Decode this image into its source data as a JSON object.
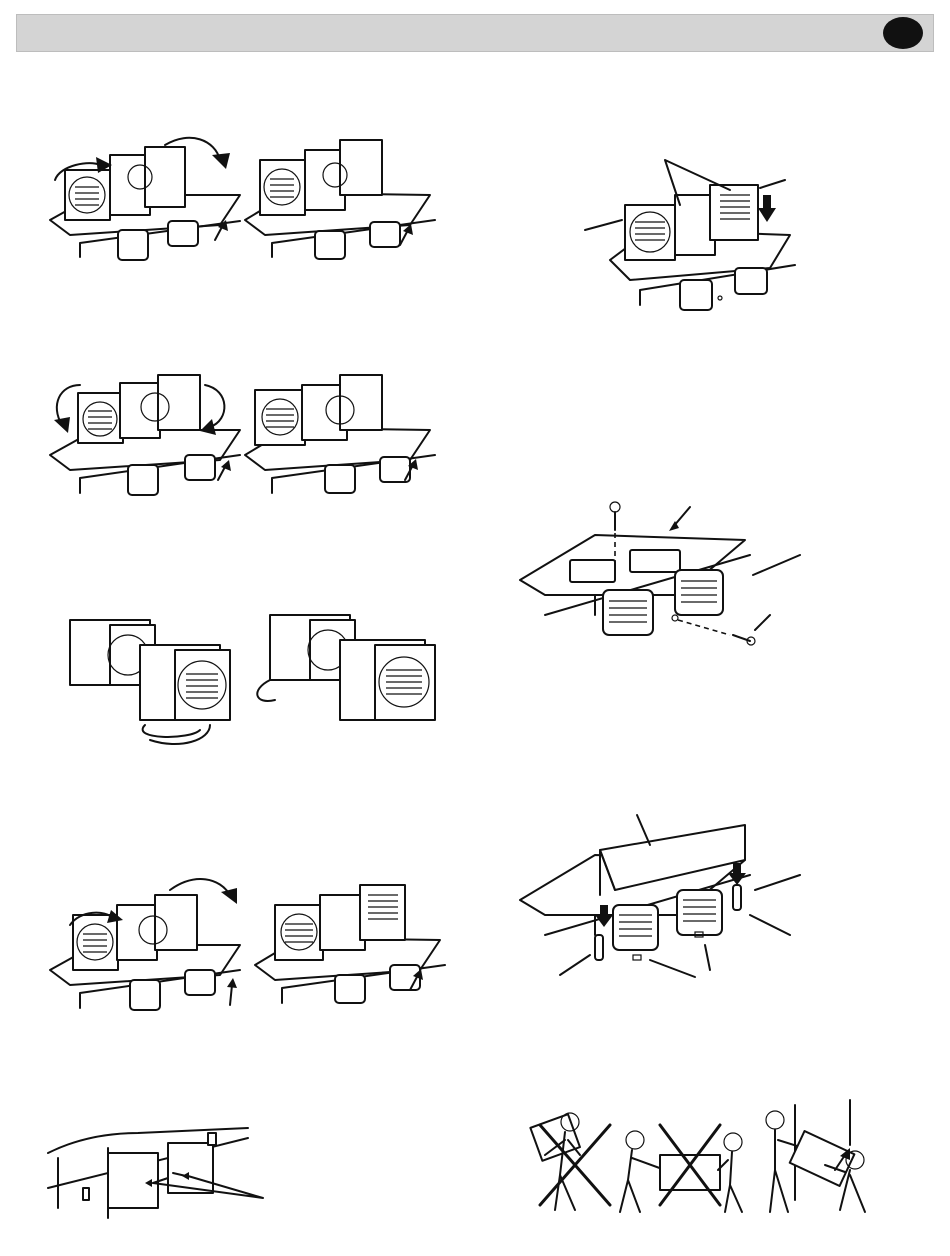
{
  "page": {
    "header": {
      "title": "",
      "badge_label": ""
    },
    "figures": [
      {
        "id": "fig-fan-rotate-top",
        "description_icon": "fan-rotation-illustration"
      },
      {
        "id": "fig-fan-insert",
        "description_icon": "fan-assembly-illustration"
      },
      {
        "id": "fig-fan-rotate-middle",
        "description_icon": "fan-rotation-illustration"
      },
      {
        "id": "fig-base-plate-screws",
        "description_icon": "base-plate-illustration"
      },
      {
        "id": "fig-fans-standalone",
        "description_icon": "fan-pair-illustration"
      },
      {
        "id": "fig-cover-install",
        "description_icon": "cover-install-illustration"
      },
      {
        "id": "fig-fan-rotate-bottom",
        "description_icon": "fan-rotation-illustration"
      },
      {
        "id": "fig-underside",
        "description_icon": "underside-illustration"
      },
      {
        "id": "fig-lifting",
        "description_icon": "lifting-people-illustration"
      }
    ],
    "colors": {
      "header_bar": "#d4d4d4",
      "badge": "#111111",
      "line": "#111111"
    }
  }
}
